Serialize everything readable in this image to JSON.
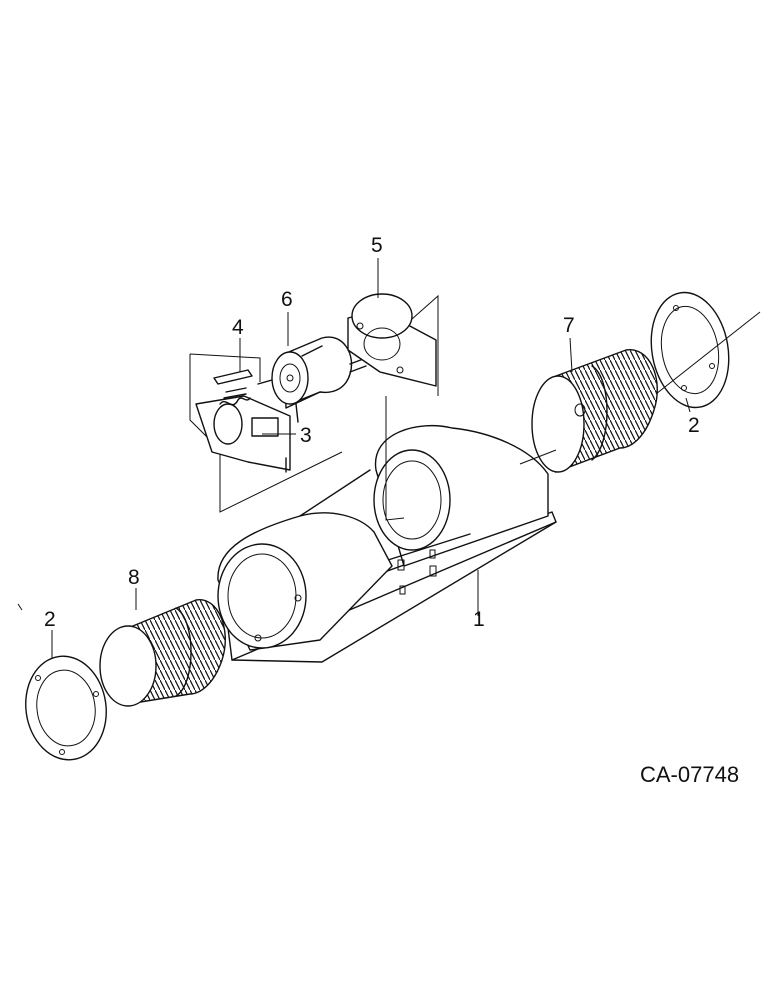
{
  "figure_id": "CA-07748",
  "callouts": {
    "housing": "1",
    "ring_right": "2",
    "ring_left": "2",
    "bracket_left": "3",
    "brush_holder": "4",
    "bracket_right": "5",
    "motor": "6",
    "wheel_right": "7",
    "wheel_left": "8"
  }
}
